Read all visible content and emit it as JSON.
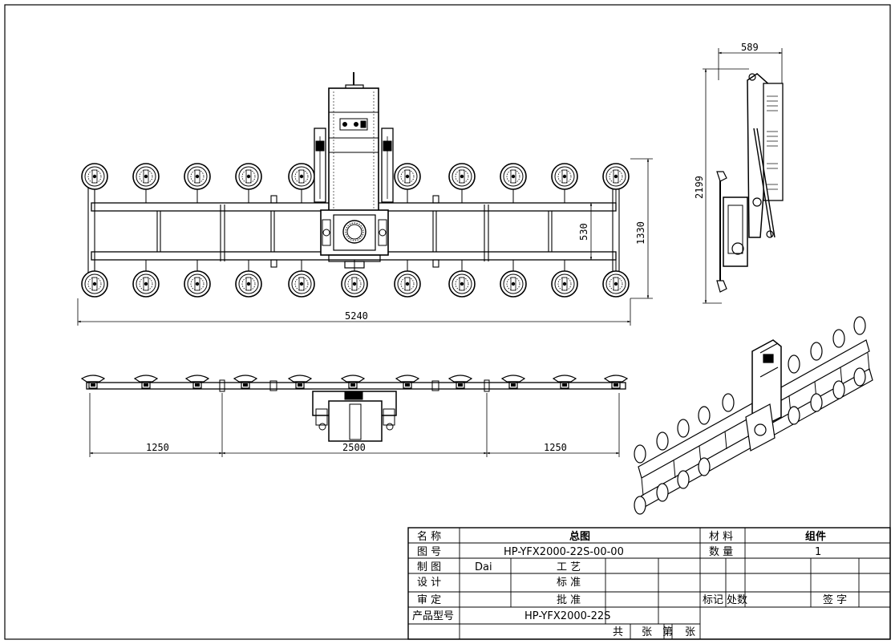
{
  "dimensions": {
    "overall_length": "5240",
    "overall_height": "1330",
    "beam_spacing": "530",
    "side_width": "589",
    "side_height": "2199",
    "span_left": "1250",
    "span_center": "2500",
    "span_right": "1250"
  },
  "title_block": {
    "name_label": "名 称",
    "name_value": "总图",
    "drawing_no_label": "图 号",
    "drawing_no_value": "HP-YFX2000-22S-00-00",
    "drawn_label": "制 图",
    "drawn_value": "Dai",
    "design_label": "设 计",
    "review_label": "审 定",
    "model_label": "产品型号",
    "model_value": "HP-YFX2000-22S",
    "process_label": "工 艺",
    "standard_label": "标 准",
    "approve_label": "批 准",
    "material_label": "材 料",
    "material_value": "组件",
    "quantity_label": "数 量",
    "quantity_value": "1",
    "mark_label": "标记",
    "place_label": "处数",
    "sign_label": "签 字",
    "total_label": "共",
    "sheet_unit": "张",
    "page_label": "第",
    "sheet_unit2": "张"
  }
}
